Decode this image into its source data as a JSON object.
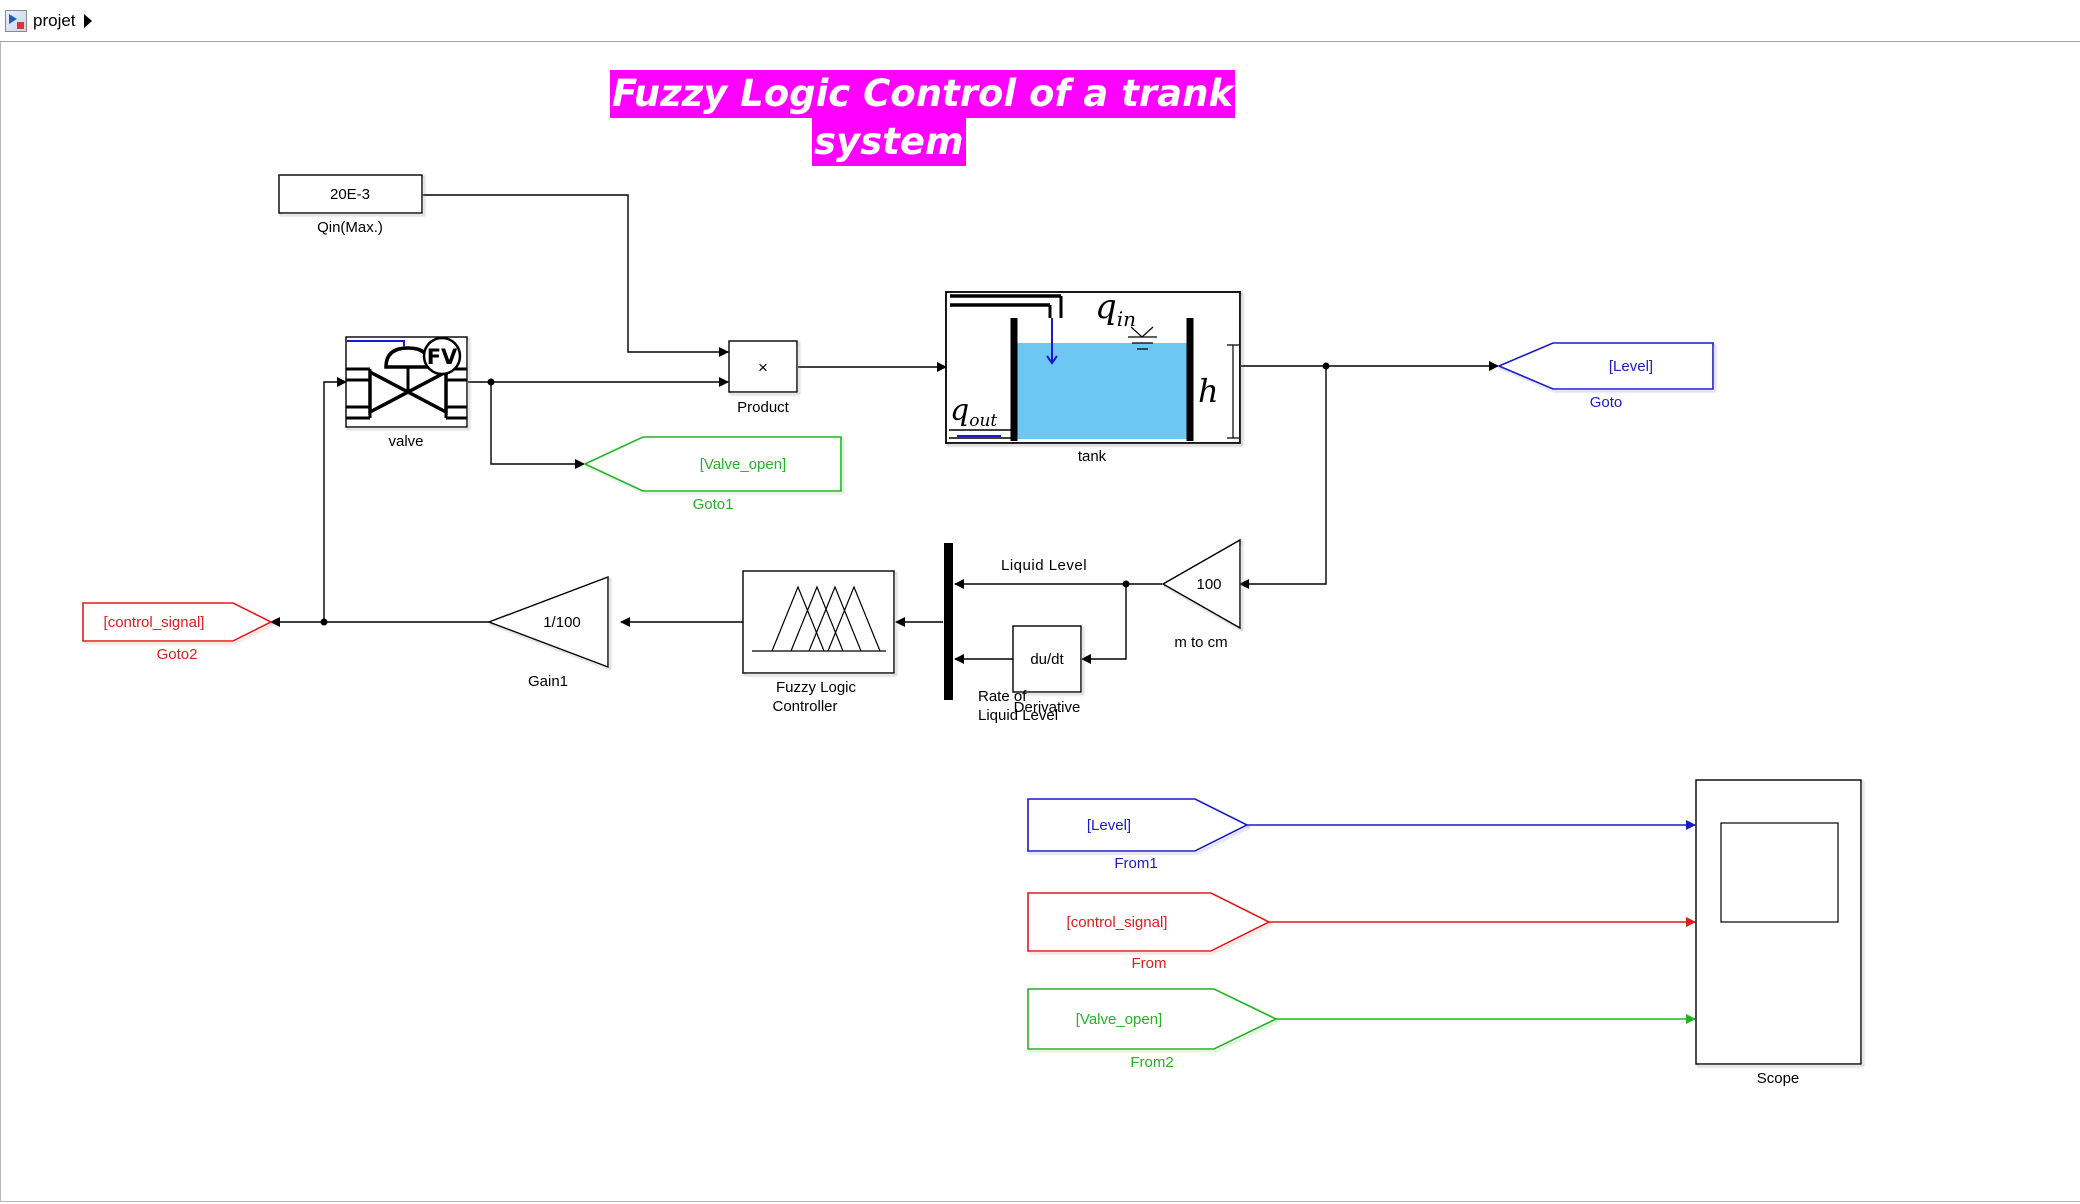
{
  "breadcrumb": {
    "model_name": "projet"
  },
  "annotation": {
    "title_line1": "Fuzzy Logic Control of a trank",
    "title_line2": "system"
  },
  "colors": {
    "title_bg": "#ff00ff",
    "level": "#1a1ac8",
    "control_signal": "#e01c1c",
    "valve_open": "#22b422",
    "line": "#000000",
    "water": "#6cc8f2"
  },
  "blocks": {
    "qin_max": {
      "value": "20E-3",
      "name": "Qin(Max.)"
    },
    "product": {
      "symbol": "×",
      "name": "Product"
    },
    "valve": {
      "icon_text": "FV",
      "name": "valve"
    },
    "tank": {
      "name": "tank",
      "q_in": "q",
      "q_in_sub": "in",
      "q_out": "q",
      "q_out_sub": "out",
      "h": "h"
    },
    "goto_level": {
      "tag": "[Level]",
      "name": "Goto"
    },
    "goto1": {
      "tag": "[Valve_open]",
      "name": "Goto1"
    },
    "m_to_cm": {
      "value": "100",
      "name": "m to cm"
    },
    "derivative": {
      "value": "du/dt",
      "name": "Derivative"
    },
    "fuzzy": {
      "name_line1": "Fuzzy Logic",
      "name_line2": "Controller"
    },
    "gain1": {
      "value": "1/100",
      "name": "Gain1"
    },
    "goto2": {
      "tag": "[control_signal]",
      "name": "Goto2"
    },
    "from1": {
      "tag": "[Level]",
      "name": "From1"
    },
    "from": {
      "tag": "[control_signal]",
      "name": "From"
    },
    "from2": {
      "tag": "[Valve_open]",
      "name": "From2"
    },
    "scope": {
      "name": "Scope"
    }
  },
  "signals": {
    "liquid_level": "Liquid Level",
    "rate_line1": "Rate of",
    "rate_line2": "Liquid Level"
  }
}
